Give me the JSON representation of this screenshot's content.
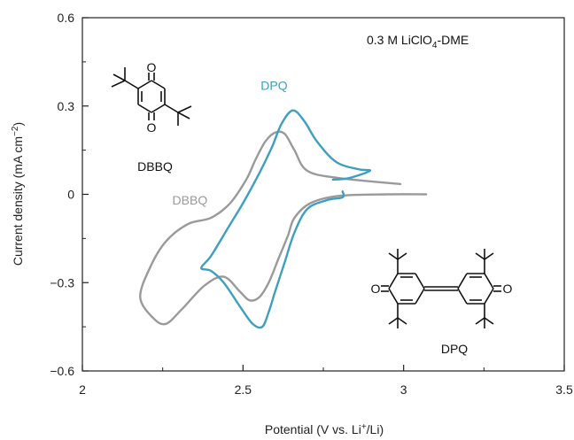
{
  "chart_data": {
    "type": "line",
    "title": "",
    "xlabel": "Potential (V vs. Li+/Li)",
    "ylabel": "Current density (mA cm−2)",
    "xlim": [
      2.0,
      3.5
    ],
    "ylim": [
      -0.6,
      0.6
    ],
    "xticks": [
      2.0,
      2.5,
      3.0,
      3.5
    ],
    "xtick_labels": [
      "2",
      "2.5",
      "3",
      "3.5"
    ],
    "yticks": [
      -0.6,
      -0.3,
      0.0,
      0.3,
      0.6
    ],
    "ytick_labels": [
      "−0.6",
      "−0.3",
      "0",
      "0.3",
      "0.6"
    ],
    "grid": false,
    "annotation": "0.3 M LiClO4-DME",
    "series": [
      {
        "name": "DBBQ",
        "color": "#9a9a9a",
        "x": [
          3.07,
          2.95,
          2.8,
          2.71,
          2.66,
          2.64,
          2.61,
          2.58,
          2.55,
          2.52,
          2.49,
          2.44,
          2.38,
          2.31,
          2.26,
          2.22,
          2.18,
          2.21,
          2.26,
          2.33,
          2.4,
          2.46,
          2.51,
          2.54,
          2.57,
          2.6,
          2.63,
          2.66,
          2.7,
          2.8,
          2.99
        ],
        "y": [
          0.0,
          0.0,
          -0.005,
          -0.03,
          -0.08,
          -0.14,
          -0.22,
          -0.3,
          -0.35,
          -0.36,
          -0.33,
          -0.28,
          -0.31,
          -0.39,
          -0.44,
          -0.42,
          -0.35,
          -0.25,
          -0.16,
          -0.1,
          -0.08,
          -0.03,
          0.05,
          0.12,
          0.18,
          0.21,
          0.205,
          0.15,
          0.08,
          0.055,
          0.035
        ]
      },
      {
        "name": "DPQ",
        "color": "#3e9fbf",
        "x": [
          2.81,
          2.81,
          2.76,
          2.7,
          2.66,
          2.63,
          2.6,
          2.58,
          2.56,
          2.53,
          2.49,
          2.44,
          2.4,
          2.37,
          2.4,
          2.45,
          2.5,
          2.55,
          2.59,
          2.62,
          2.655,
          2.69,
          2.73,
          2.79,
          2.86,
          2.895,
          2.83,
          2.78
        ],
        "y": [
          0.01,
          -0.01,
          -0.02,
          -0.05,
          -0.13,
          -0.23,
          -0.33,
          -0.4,
          -0.45,
          -0.44,
          -0.38,
          -0.3,
          -0.26,
          -0.25,
          -0.21,
          -0.12,
          -0.03,
          0.07,
          0.16,
          0.24,
          0.285,
          0.25,
          0.18,
          0.11,
          0.085,
          0.08,
          0.055,
          0.05
        ]
      }
    ],
    "curve_labels": [
      {
        "text": "DPQ",
        "color": "#3e9fbf",
        "x": 2.555,
        "y": 0.355
      },
      {
        "text": "DBBQ",
        "color": "#9a9a9a",
        "x": 2.28,
        "y": -0.035
      }
    ]
  },
  "structures": {
    "dbbq": {
      "name": "DBBQ",
      "atoms": [
        "O",
        "O"
      ]
    },
    "dpq": {
      "name": "DPQ",
      "atoms": [
        "O",
        "O"
      ]
    }
  }
}
